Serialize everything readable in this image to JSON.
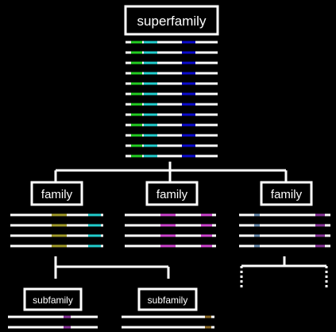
{
  "nodes": {
    "superfamily": {
      "label": "superfamily"
    },
    "family_1": {
      "label": "family"
    },
    "family_2": {
      "label": "family"
    },
    "family_3": {
      "label": "family"
    },
    "subfamily_1": {
      "label": "subfamily"
    },
    "subfamily_2": {
      "label": "subfamily"
    }
  },
  "colors": {
    "background": "#000000",
    "line": "#ffffff",
    "green": "#22cc22",
    "cyan": "#22cccc",
    "blue": "#0a0acc",
    "olive": "#a09a2a",
    "magenta": "#cc44cc",
    "slate": "#6688aa",
    "purple": "#883399",
    "brown": "#886622"
  },
  "alignments": {
    "superfamily_seq_count": 12,
    "family_seq_count": 4,
    "subfamily_seq_count": 2
  }
}
